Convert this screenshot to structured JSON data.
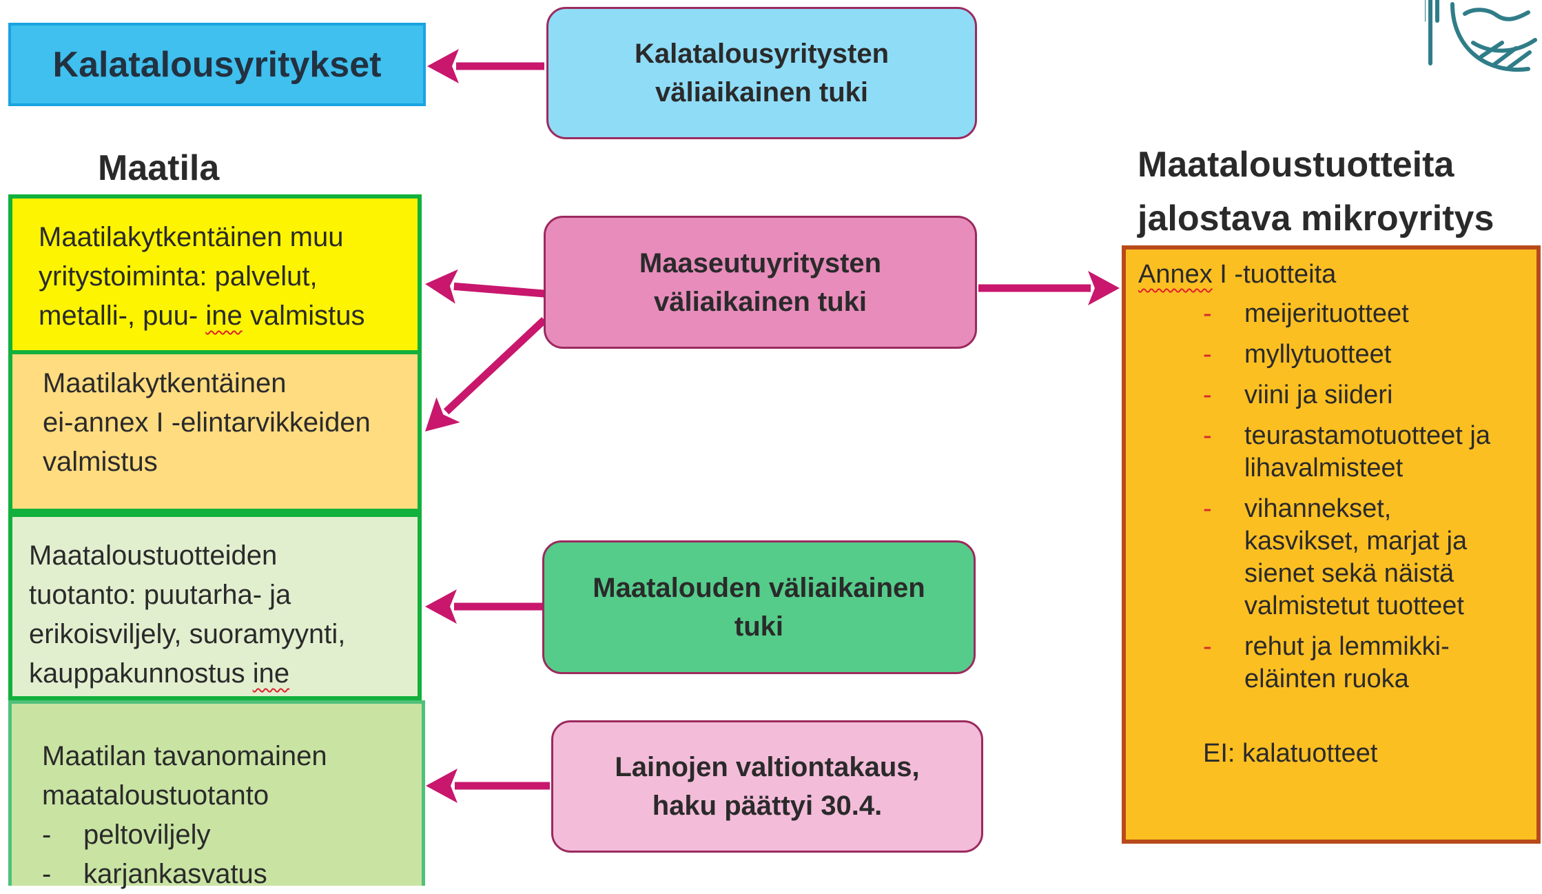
{
  "colors": {
    "arrow": "#c8176c",
    "kalatalous_box": "#3fc0ef",
    "kalatalous_tuki": "#8fdcf7",
    "maaseutu_tuki": "#e78cbb",
    "maatalous_tuki": "#55cc8a",
    "laina_box": "#f3bcd9",
    "yellow_box": "#fcf400",
    "orange_box": "#ffdc80",
    "pale_green_box": "#e2efcf",
    "green_box": "#c9e3a3",
    "annex_box": "#fcbf22",
    "annex_border": "#b84a1a",
    "green_border": "#12b03c"
  },
  "left": {
    "kalatalous_title": "Kalatalousyritykset",
    "maatila_heading": "Maatila",
    "box1": [
      "Maatilakytkentäinen muu",
      "yritystoiminta: palvelut,",
      "metalli-, puu- "
    ],
    "box1_ine": "ine",
    "box1_tail": " valmistus",
    "box2": [
      "Maatilakytkentäinen",
      "ei-annex I -elintarvikkeiden",
      "valmistus"
    ],
    "box3": [
      "Maataloustuotteiden",
      "tuotanto: puutarha- ja",
      "erikoisviljely, suoramyynti,",
      "kauppakunnostus "
    ],
    "box3_ine": "ine",
    "box4": [
      "Maatilan tavanomainen",
      "maataloustuotanto"
    ],
    "box4_items": [
      "peltoviljely",
      "karjankasvatus"
    ],
    "dash": "-"
  },
  "middle": {
    "kalatalous_tuki": [
      "Kalatalousyritysten",
      "väliaikainen tuki"
    ],
    "maaseutu_tuki": [
      "Maaseutuyritysten",
      "väliaikainen tuki"
    ],
    "maatalous_tuki": [
      "Maatalouden väliaikainen",
      "tuki"
    ],
    "laina": [
      "Lainojen valtiontakaus,",
      "haku päättyi 30.4."
    ]
  },
  "right": {
    "heading": [
      "Maataloustuotteita",
      "jalostava mikroyritys"
    ],
    "annex_word": "Annex",
    "annex_rest": " I -tuotteita",
    "items": [
      "meijerituotteet",
      "myllytuotteet",
      "viini ja siideri",
      "teurastamotuotteet ja lihavalmisteet",
      "vihannekset, kasvikset, marjat ja sienet sekä näistä valmistetut tuotteet",
      "rehut ja lemmikki-eläinten ruoka"
    ],
    "ei_note": "EI: kalatuotteet",
    "dash": "-"
  },
  "logo": {
    "icon": "food-logo-icon"
  }
}
